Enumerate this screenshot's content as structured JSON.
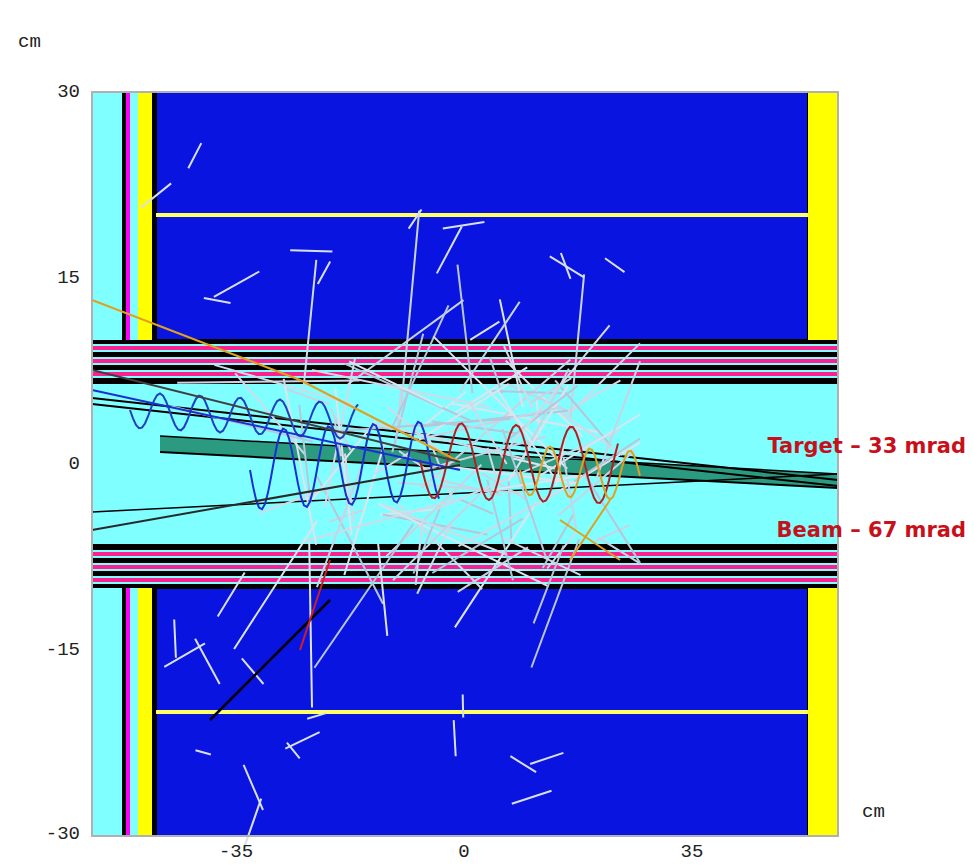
{
  "diagram": {
    "labels": [
      "cm",
      "30",
      "15",
      "0",
      "-15",
      "-30",
      "-35",
      "0",
      "35",
      "cm",
      "Target – 33 mrad",
      "Beam – 67 mrad"
    ]
  }
}
